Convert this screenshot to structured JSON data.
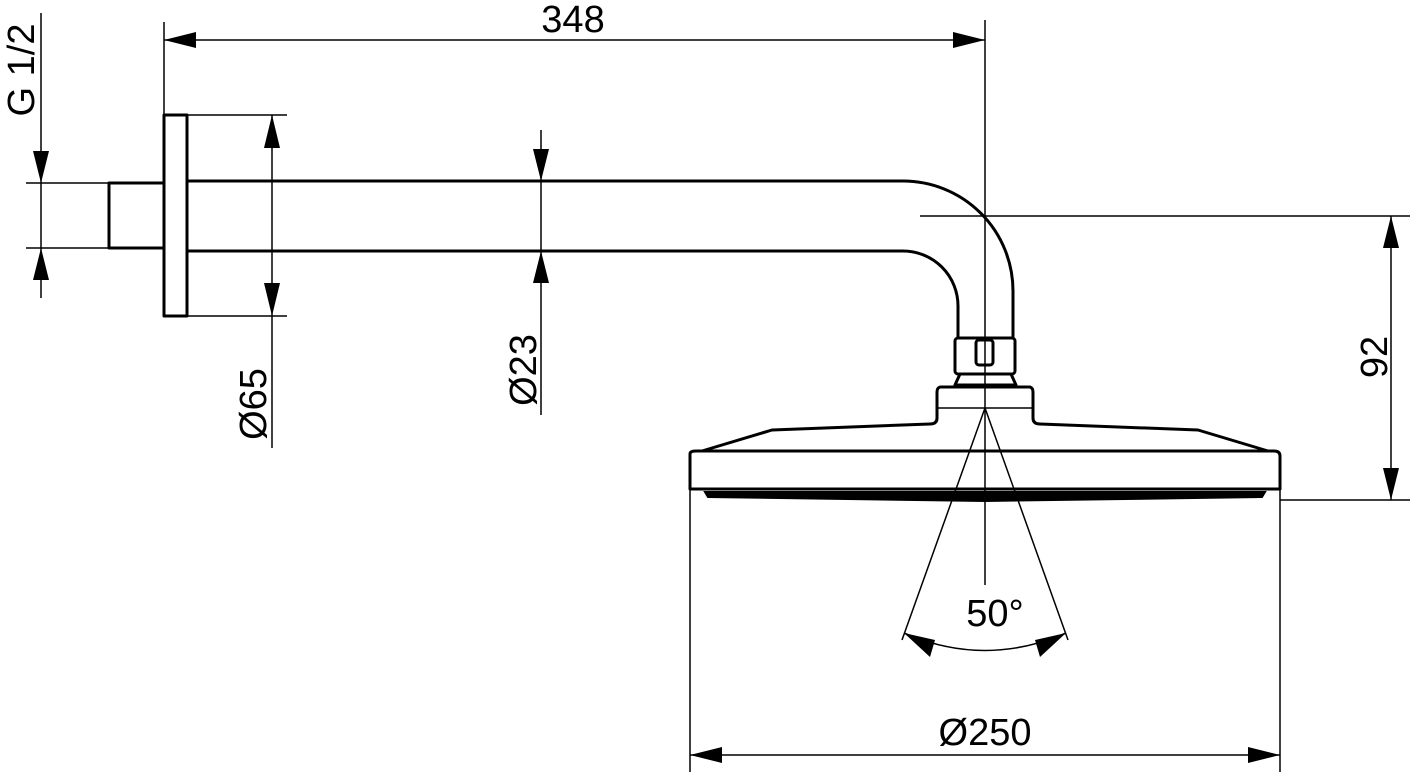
{
  "drawing": {
    "type": "technical drawing",
    "subject": "shower head with wall arm",
    "dimensions": {
      "arm_length": "348",
      "thread": "G 1/2",
      "flange_diameter": "Ø65",
      "arm_diameter": "Ø23",
      "drop_height": "92",
      "spray_angle": "50°",
      "head_diameter": "Ø250"
    }
  }
}
